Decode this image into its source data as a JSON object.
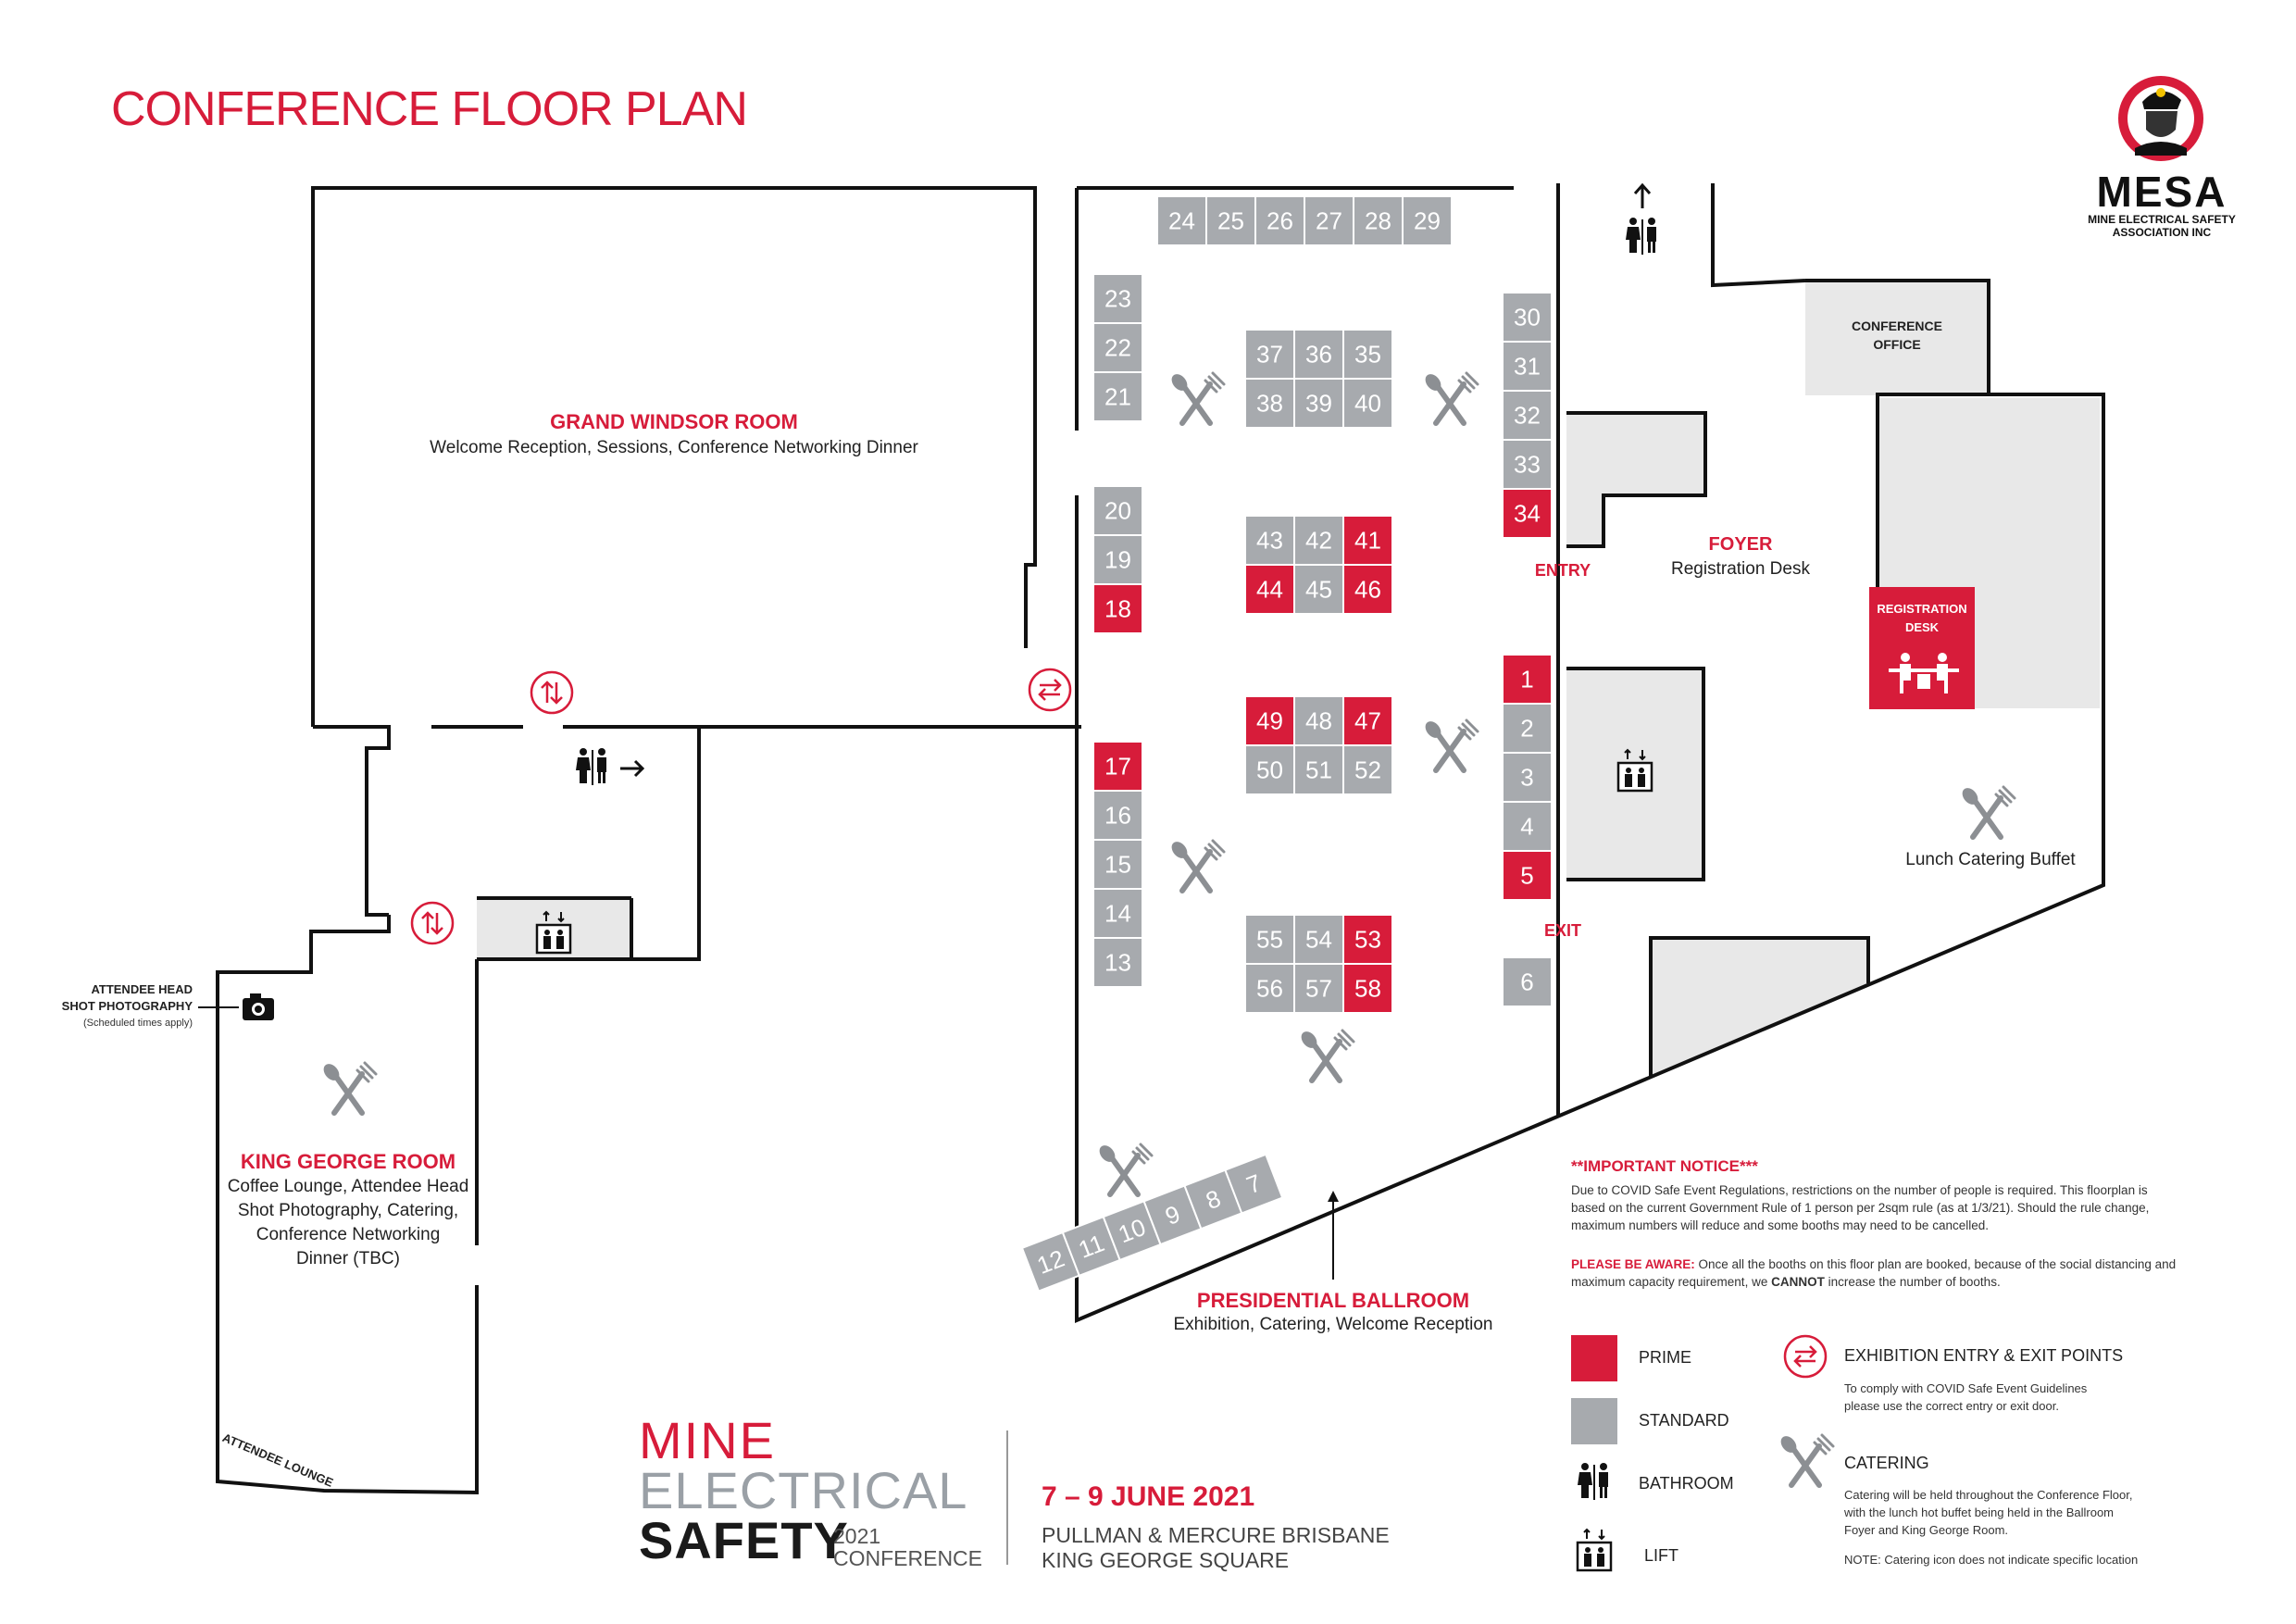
{
  "header": {
    "title": "CONFERENCE FLOOR PLAN"
  },
  "logo": {
    "name": "MESA",
    "subtitle_line1": "MINE ELECTRICAL SAFETY",
    "subtitle_line2": "ASSOCIATION INC"
  },
  "rooms": {
    "grand_windsor": {
      "title": "GRAND WINDSOR ROOM",
      "subtitle": "Welcome Reception, Sessions, Conference Networking Dinner"
    },
    "king_george": {
      "title": "KING GEORGE ROOM",
      "line1": "Coffee Lounge, Attendee Head",
      "line2": "Shot Photography, Catering,",
      "line3": "Conference Networking",
      "line4": "Dinner (TBC)"
    },
    "presidential": {
      "title": "PRESIDENTIAL BALLROOM",
      "subtitle": "Exhibition, Catering, Welcome Reception"
    },
    "foyer": {
      "title": "FOYER",
      "subtitle": "Registration Desk"
    },
    "conference_office": {
      "line1": "CONFERENCE",
      "line2": "OFFICE"
    },
    "registration_desk": {
      "line1": "REGISTRATION",
      "line2": "DESK"
    },
    "lunch": "Lunch Catering Buffet",
    "attendee_lounge": "ATTENDEE LOUNGE"
  },
  "labels": {
    "entry": "ENTRY",
    "exit": "EXIT",
    "photo_line1": "ATTENDEE HEAD",
    "photo_line2": "SHOT PHOTOGRAPHY",
    "photo_line3": "(Scheduled times apply)"
  },
  "booths": [
    {
      "num": "24",
      "type": "standard"
    },
    {
      "num": "25",
      "type": "standard"
    },
    {
      "num": "26",
      "type": "standard"
    },
    {
      "num": "27",
      "type": "standard"
    },
    {
      "num": "28",
      "type": "standard"
    },
    {
      "num": "29",
      "type": "standard"
    },
    {
      "num": "23",
      "type": "standard"
    },
    {
      "num": "22",
      "type": "standard"
    },
    {
      "num": "21",
      "type": "standard"
    },
    {
      "num": "20",
      "type": "standard"
    },
    {
      "num": "19",
      "type": "standard"
    },
    {
      "num": "18",
      "type": "prime"
    },
    {
      "num": "17",
      "type": "prime"
    },
    {
      "num": "16",
      "type": "standard"
    },
    {
      "num": "15",
      "type": "standard"
    },
    {
      "num": "14",
      "type": "standard"
    },
    {
      "num": "13",
      "type": "standard"
    },
    {
      "num": "37",
      "type": "standard"
    },
    {
      "num": "36",
      "type": "standard"
    },
    {
      "num": "35",
      "type": "standard"
    },
    {
      "num": "38",
      "type": "standard"
    },
    {
      "num": "39",
      "type": "standard"
    },
    {
      "num": "40",
      "type": "standard"
    },
    {
      "num": "43",
      "type": "standard"
    },
    {
      "num": "42",
      "type": "standard"
    },
    {
      "num": "41",
      "type": "prime"
    },
    {
      "num": "44",
      "type": "prime"
    },
    {
      "num": "45",
      "type": "standard"
    },
    {
      "num": "46",
      "type": "prime"
    },
    {
      "num": "49",
      "type": "prime"
    },
    {
      "num": "48",
      "type": "standard"
    },
    {
      "num": "47",
      "type": "prime"
    },
    {
      "num": "50",
      "type": "standard"
    },
    {
      "num": "51",
      "type": "standard"
    },
    {
      "num": "52",
      "type": "standard"
    },
    {
      "num": "55",
      "type": "standard"
    },
    {
      "num": "54",
      "type": "standard"
    },
    {
      "num": "53",
      "type": "prime"
    },
    {
      "num": "56",
      "type": "standard"
    },
    {
      "num": "57",
      "type": "standard"
    },
    {
      "num": "58",
      "type": "prime"
    },
    {
      "num": "30",
      "type": "standard"
    },
    {
      "num": "31",
      "type": "standard"
    },
    {
      "num": "32",
      "type": "standard"
    },
    {
      "num": "33",
      "type": "standard"
    },
    {
      "num": "34",
      "type": "prime"
    },
    {
      "num": "1",
      "type": "prime"
    },
    {
      "num": "2",
      "type": "standard"
    },
    {
      "num": "3",
      "type": "standard"
    },
    {
      "num": "4",
      "type": "standard"
    },
    {
      "num": "5",
      "type": "prime"
    },
    {
      "num": "6",
      "type": "standard"
    },
    {
      "num": "12",
      "type": "standard"
    },
    {
      "num": "11",
      "type": "standard"
    },
    {
      "num": "10",
      "type": "standard"
    },
    {
      "num": "9",
      "type": "standard"
    },
    {
      "num": "8",
      "type": "standard"
    },
    {
      "num": "7",
      "type": "standard"
    }
  ],
  "notice": {
    "title": "**IMPORTANT NOTICE***",
    "body": "Due to COVID Safe Event Regulations, restrictions on the number of people is required.  This floorplan is based on the current Government Rule of 1 person per 2sqm rule (as at 1/3/21).  Should the rule change, maximum numbers will reduce and some booths may need to be cancelled.",
    "aware_label": "PLEASE BE AWARE:",
    "aware_text_a": " Once all the booths on this floor plan are booked, because of the social distancing and maximum capacity requirement, we ",
    "aware_cannot": "CANNOT",
    "aware_text_b": " increase the number of booths."
  },
  "legend": {
    "prime": "PRIME",
    "standard": "STANDARD",
    "bathroom": "BATHROOM",
    "lift": "LIFT",
    "entry_exit_title": "EXHIBITION ENTRY & EXIT POINTS",
    "entry_exit_note1": "To comply with COVID Safe Event Guidelines",
    "entry_exit_note2": "please use the correct entry or exit door.",
    "catering_title": "CATERING",
    "catering_note1": "Catering will be held throughout the Conference Floor,",
    "catering_note2": "with the lunch hot buffet being held in the Ballroom",
    "catering_note3": "Foyer and King George Room.",
    "catering_note4": "NOTE:  Catering icon does not indicate specific location"
  },
  "brand": {
    "mine": "MINE",
    "electrical": "ELECTRICAL",
    "safety": "SAFETY",
    "year": "2021",
    "conference": "CONFERENCE"
  },
  "event": {
    "date": "7 – 9 JUNE 2021",
    "venue_line1": "PULLMAN & MERCURE BRISBANE",
    "venue_line2": "KING GEORGE SQUARE"
  },
  "colors": {
    "prime": "#d71c3a",
    "standard": "#a7aaae",
    "wall": "#111111",
    "room_fill": "#e8e8e8",
    "icon": "#8c8f93"
  },
  "icons": [
    "cutlery-icon",
    "bathroom-icon",
    "lift-icon",
    "entry-exit-icon",
    "camera-icon",
    "arrow-up-icon",
    "arrow-right-icon"
  ]
}
